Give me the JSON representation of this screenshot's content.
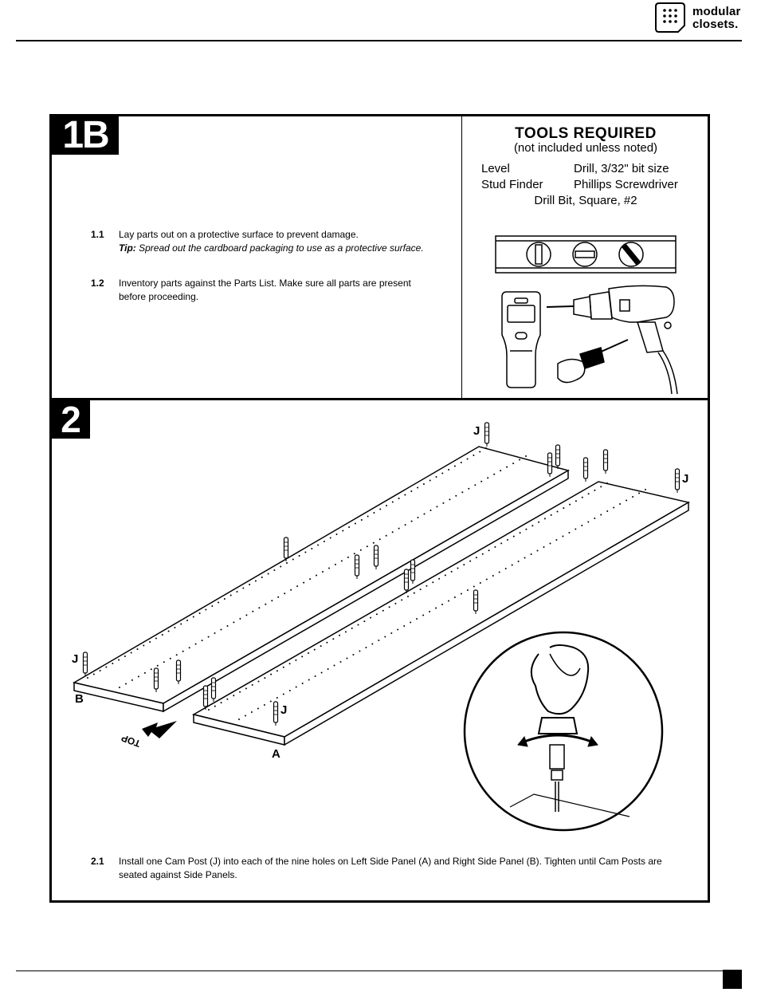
{
  "brand": {
    "line1": "modular",
    "line2": "closets",
    "dot": "."
  },
  "step_1b": {
    "badge": "1B",
    "instructions": [
      {
        "num": "1.1",
        "text": "Lay parts out on a protective surface to prevent damage.",
        "tip_label": "Tip:",
        "tip_text": " Spread out the cardboard packaging to use as a protective surface."
      },
      {
        "num": "1.2",
        "text": "Inventory parts against the Parts List. Make sure all parts are present before proceeding."
      }
    ]
  },
  "tools": {
    "title": "TOOLS REQUIRED",
    "subtitle": "(not included unless noted)",
    "items": [
      "Level",
      "Drill, 3/32\" bit size",
      "Stud Finder",
      "Phillips Screwdriver",
      "Drill Bit, Square, #2"
    ]
  },
  "step_2": {
    "badge": "2",
    "labels": {
      "cam_post": "J",
      "left_panel": "A",
      "right_panel": "B",
      "top": "TOP"
    },
    "instructions": [
      {
        "num": "2.1",
        "text": "Install one Cam Post (J) into each of the nine holes on Left Side Panel (A) and Right Side Panel (B). Tighten until Cam Posts are seated against Side Panels."
      }
    ]
  }
}
